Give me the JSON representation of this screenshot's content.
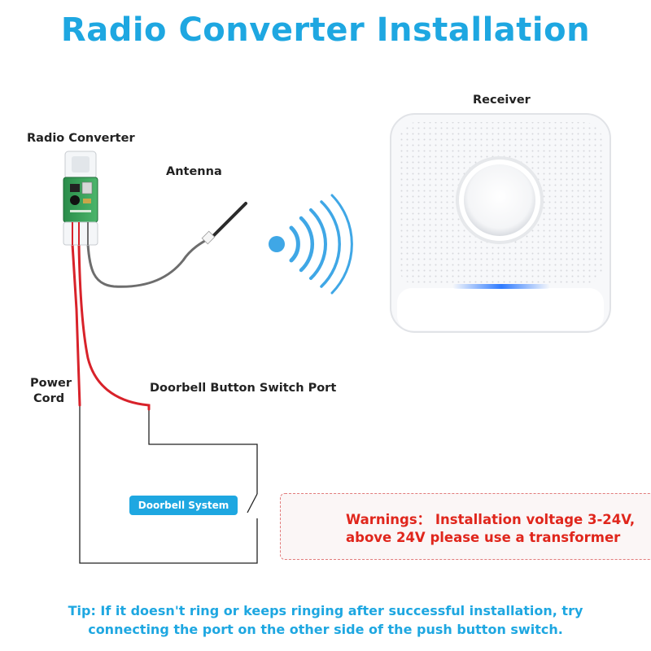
{
  "title": "Radio Converter Installation",
  "labels": {
    "radio_converter": "Radio Converter",
    "antenna": "Antenna",
    "receiver": "Receiver",
    "power_cord_line1": "Power",
    "power_cord_line2": "Cord",
    "switch_port": "Doorbell Button Switch Port",
    "doorbell_system": "Doorbell System"
  },
  "warning": {
    "line1": "Warnings： Installation voltage 3-24V,",
    "line2": "above 24V please use a transformer"
  },
  "tip": {
    "line1": "Tip: If it doesn't ring or keeps ringing after successful installation, try",
    "line2": "connecting the port on the other side of the push button switch."
  },
  "colors": {
    "accent": "#1ea7e1",
    "warning_text": "#e0261c",
    "wire_red": "#d8222a",
    "wire_gray": "#6d6d6d",
    "led_blue": "#2f7bff"
  },
  "icons": [
    "radio-converter-module",
    "antenna",
    "signal-waves-icon",
    "receiver-device",
    "warning-icon"
  ]
}
